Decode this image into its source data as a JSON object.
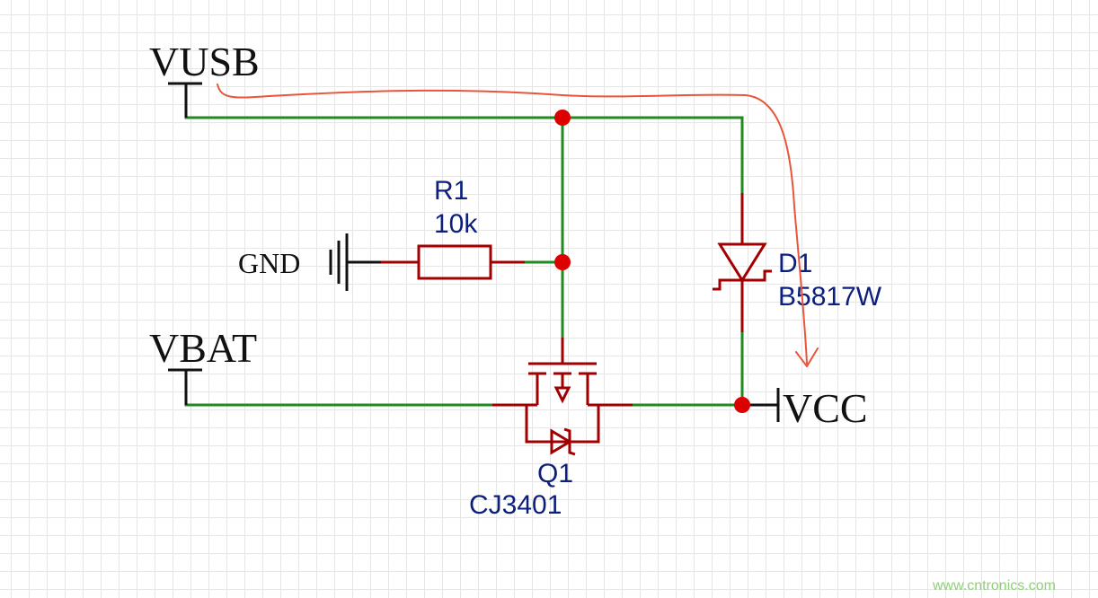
{
  "nets": {
    "vusb": "VUSB",
    "vbat": "VBAT",
    "vcc": "VCC",
    "gnd": "GND"
  },
  "components": {
    "r1": {
      "ref": "R1",
      "value": "10k"
    },
    "d1": {
      "ref": "D1",
      "value": "B5817W"
    },
    "q1": {
      "ref": "Q1",
      "value": "CJ3401"
    }
  },
  "watermark": "www.cntronics.com",
  "colors": {
    "wire": "#1f8a1f",
    "component": "#a00000",
    "junction": "#dd0000",
    "part_label": "#0c1f7a",
    "annotation": "#e8553a",
    "grid": "#e6e6e6"
  }
}
